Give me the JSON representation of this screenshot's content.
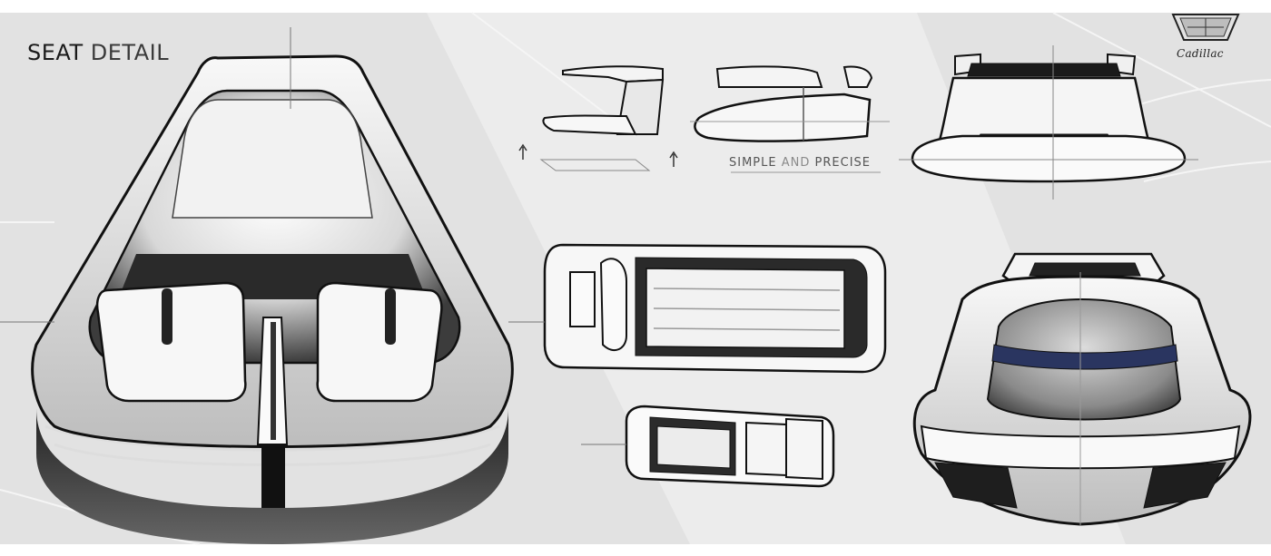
{
  "board": {
    "title_part1": "SEAT",
    "title_part2": "DETAIL",
    "tagline_part1": "SIMPLE",
    "tagline_part2": "AND",
    "tagline_part3": "PRECISE",
    "brand_name": "Cadillac"
  },
  "colors": {
    "background": "#e3e3e3",
    "paper": "#ffffff",
    "ink": "#1a1a1a",
    "accent_blue": "#2a3560"
  },
  "icons": [
    "cadillac-crest-icon",
    "arrow-up-icon"
  ]
}
